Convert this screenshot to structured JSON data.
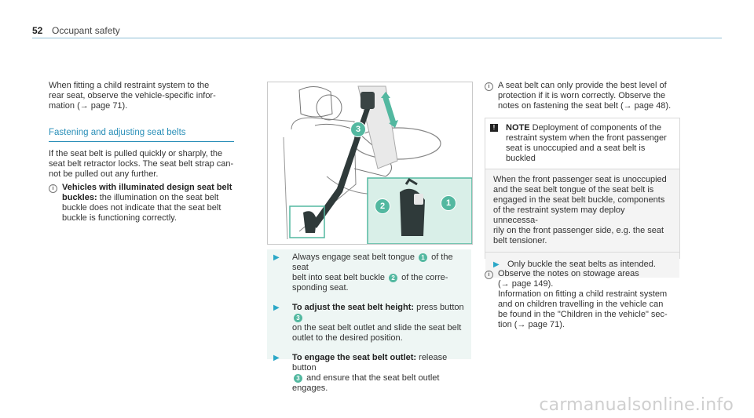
{
  "header": {
    "page_number": "52",
    "title": "Occupant safety"
  },
  "col1": {
    "intro": [
      "When fitting a child restraint system to the",
      "rear seat, observe the vehicle-specific infor-",
      "mation (→ page 71)."
    ],
    "subhead": "Fastening and adjusting seat belts",
    "para": [
      "If the seat belt is pulled quickly or sharply, the",
      "seat belt retractor locks. The seat belt strap can-",
      "not be pulled out any further."
    ],
    "info_bold": "Vehicles with illuminated design seat belt buckles:",
    "info_bold_line1": "Vehicles with illuminated design seat belt",
    "info_bold_line2": "buckles:",
    "info_text_line2": " the illumination on the seat belt",
    "info_lines": [
      "buckle does not indicate that the seat belt",
      "buckle is functioning correctly."
    ]
  },
  "figure": {
    "callouts": [
      "1",
      "2",
      "3"
    ],
    "colors": {
      "callout": "#53b8a0",
      "highlight": "#a6d9c9",
      "inset_bg": "#d9efe8"
    }
  },
  "steps": [
    {
      "lines": [
        "Always engage seat belt tongue",
        "belt into seat belt buckle",
        "sponding seat."
      ],
      "n1": "1",
      "n2": "2",
      "tail1": " of the seat",
      "tail2": " of the corre-"
    },
    {
      "bold": "To adjust the seat belt height:",
      "lines": [
        " press button",
        "on the seat belt outlet and slide the seat belt",
        "outlet to the desired position."
      ],
      "n": "3"
    },
    {
      "bold": "To engage the seat belt outlet:",
      "lines": [
        " release button",
        "and ensure that the seat belt outlet",
        "engages."
      ],
      "n": "3"
    }
  ],
  "col3": {
    "info1": [
      "A seat belt can only provide the best level of",
      "protection if it is worn correctly. Observe the",
      "notes on fastening the seat belt (→ page 48)."
    ],
    "note_label": "NOTE",
    "note_title_rest": " Deployment of components of the",
    "note_title_lines": [
      "restraint system when the front passenger",
      "seat is unoccupied and a seat belt is",
      "buckled"
    ],
    "note_body": [
      "When the front passenger seat is unoccupied",
      "and the seat belt tongue of the seat belt is",
      "engaged in the seat belt buckle, components",
      "of the restraint system may deploy unnecessa-",
      "rily on the front passenger side, e.g. the seat",
      "belt tensioner."
    ],
    "note_action": "Only buckle the seat belts as intended.",
    "info2": [
      "Observe the notes on stowage areas",
      "(→ page 149).",
      "Information on fitting a child restraint system",
      "and on children travelling in the vehicle can",
      "be found in the \"Children in the vehicle\" sec-",
      "tion (→ page 71)."
    ]
  },
  "watermark": "carmanualsonline.info"
}
